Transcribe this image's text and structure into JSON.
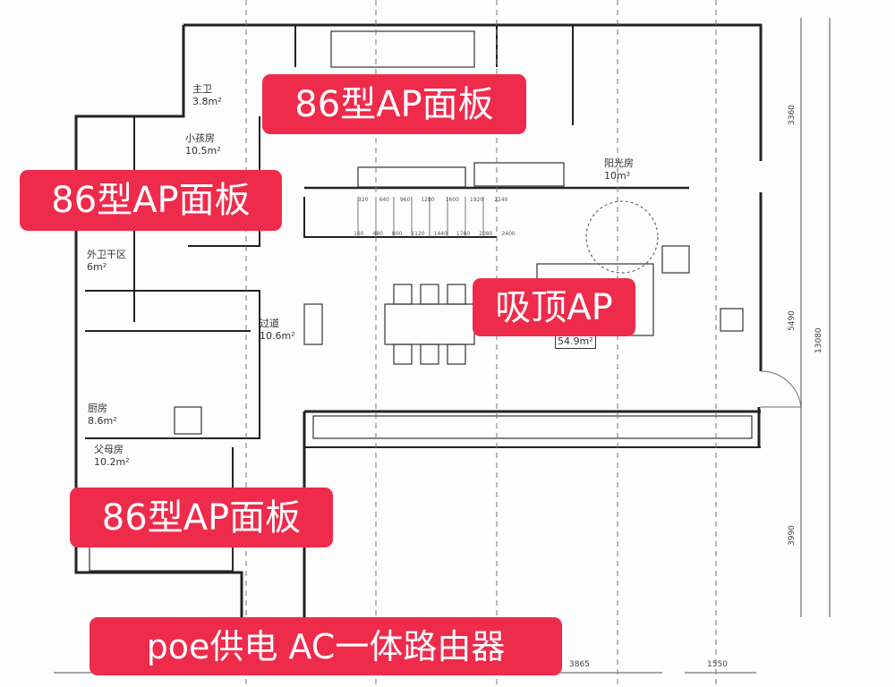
{
  "labels": {
    "ap_panel_top": "86型AP面板",
    "ap_panel_left": "86型AP面板",
    "ap_panel_bottom": "86型AP面板",
    "ceiling_ap": "吸顶AP",
    "router": "poe供电 AC一体路由器"
  },
  "rooms": {
    "master_bath": {
      "name": "主卫",
      "area": "3.8m²"
    },
    "kids_room": {
      "name": "小孩房",
      "area": "10.5m²"
    },
    "sunroom": {
      "name": "阳光房",
      "area": "10m²"
    },
    "outer_bath": {
      "name": "外卫干区",
      "area": "6m²"
    },
    "corridor": {
      "name": "过道",
      "area": "10.6m²"
    },
    "kitchen": {
      "name": "厨房",
      "area": "8.6m²"
    },
    "parents_room": {
      "name": "父母房",
      "area": "10.2m²"
    },
    "living": {
      "area": "54.9m²"
    }
  },
  "dimensions": {
    "right_top": "3360",
    "right_mid": "5490",
    "right_total": "13080",
    "right_bottom": "3990",
    "bottom_left": "3865",
    "bottom_right": "1550"
  },
  "stairs": {
    "top": [
      "320",
      "640",
      "960",
      "1280",
      "1600",
      "1920",
      "2240"
    ],
    "bottom": [
      "160",
      "480",
      "800",
      "1120",
      "1440",
      "1760",
      "2080",
      "2400"
    ]
  },
  "colors": {
    "tag": "#ef2b4c",
    "wall": "#222222"
  }
}
